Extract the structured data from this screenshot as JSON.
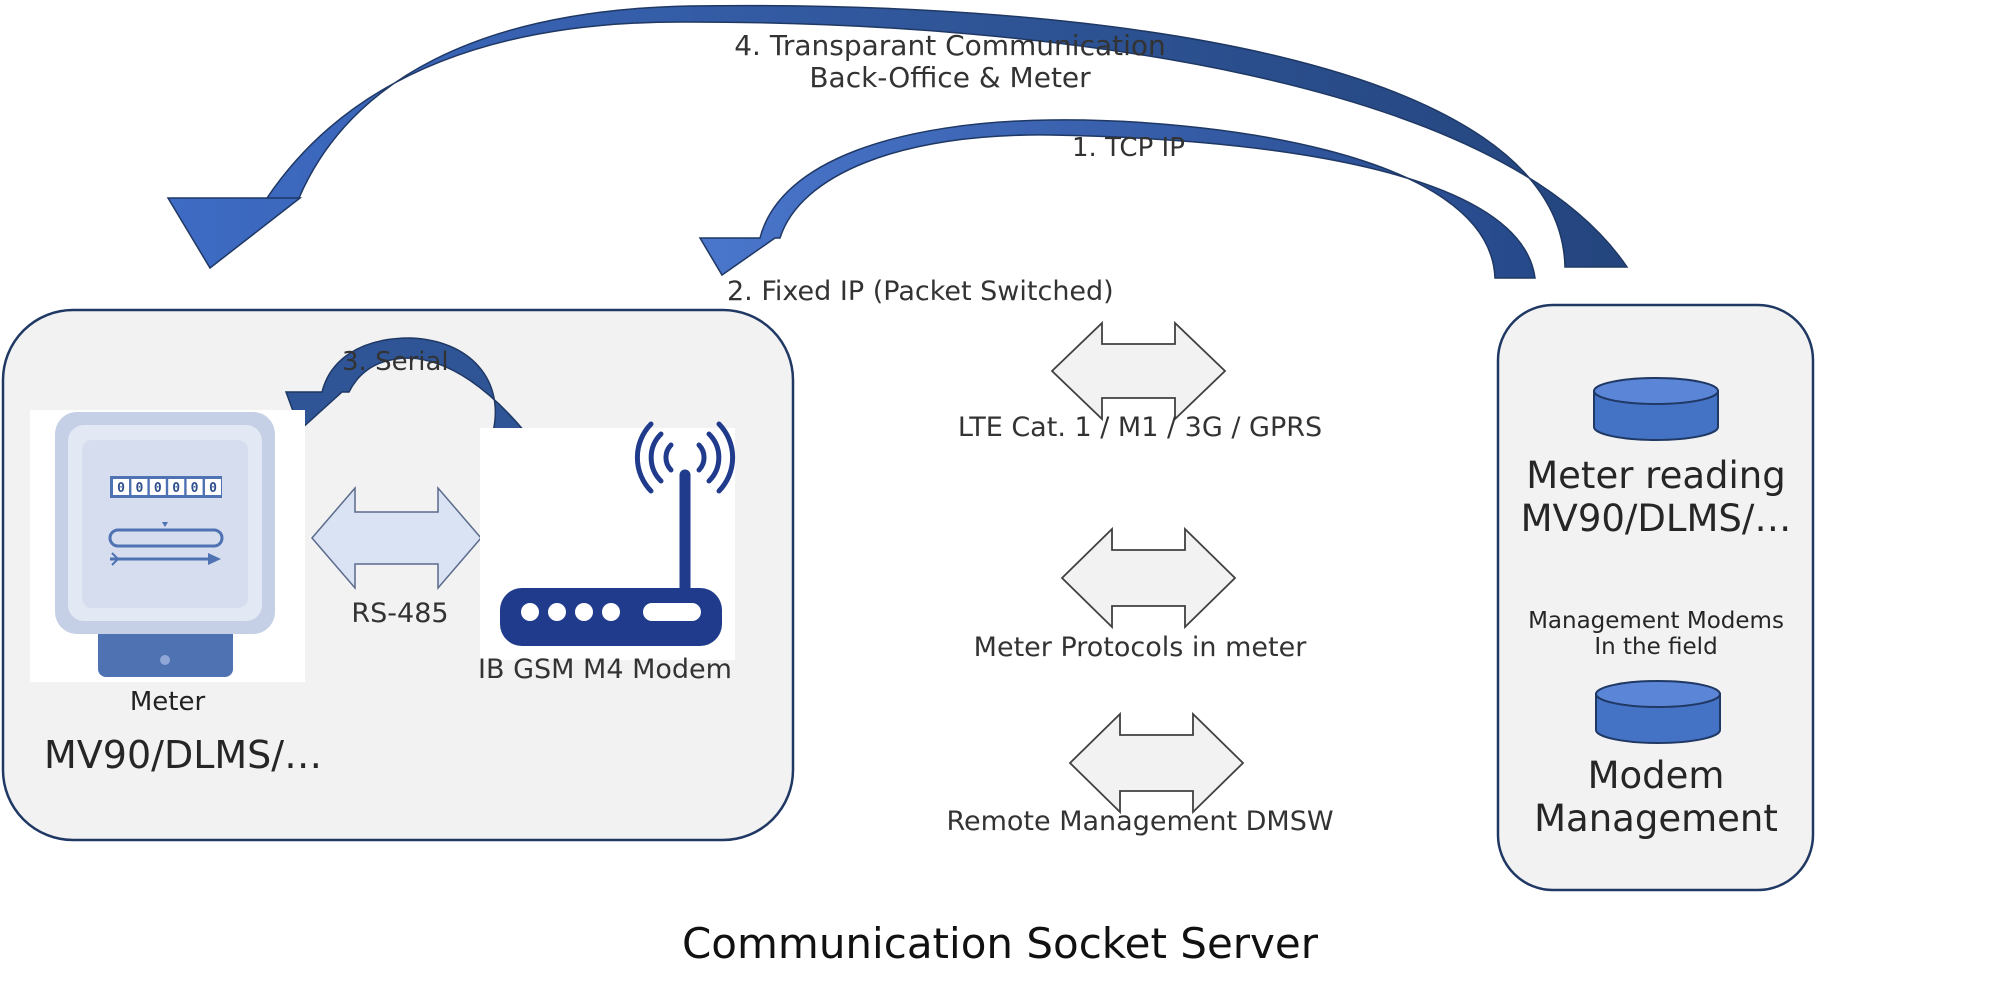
{
  "title": "Communication Socket Server",
  "flows": {
    "transparent": [
      "4. Transparant Communication",
      "Back-Office & Meter"
    ],
    "tcp_ip": "1. TCP IP",
    "fixed_ip": "2. Fixed IP (Packet Switched)",
    "serial": "3. Serial"
  },
  "field_box": {
    "meter_label": "Meter",
    "meter_display": [
      "0",
      "0",
      "0",
      "0",
      "0",
      "0"
    ],
    "meter_protocols": "MV90/DLMS/…",
    "link_label": "RS-485",
    "modem_label": "IB GSM M4 Modem"
  },
  "network": {
    "items": [
      "LTE Cat. 1 / M1 / 3G / GPRS",
      "Meter Protocols in meter",
      "Remote Management DMSW"
    ]
  },
  "server_box": {
    "meter_reading": [
      "Meter reading",
      "MV90/DLMS/…"
    ],
    "management_note": [
      "Management Modems",
      "In the field"
    ],
    "modem_management": [
      "Modem",
      "Management"
    ]
  },
  "colors": {
    "arrow_blue": "#2F5597",
    "arrow_blue_light": "#4472C4",
    "box_fill": "#F2F2F2",
    "box_border": "#1F3864",
    "db_fill": "#4472C4",
    "db_border": "#1F3864",
    "meter_frame": "#C5D0E6",
    "modem_blue": "#203A8C",
    "double_arrow_light": "#DAE3F3",
    "double_arrow_gray": "#F2F2F2"
  }
}
